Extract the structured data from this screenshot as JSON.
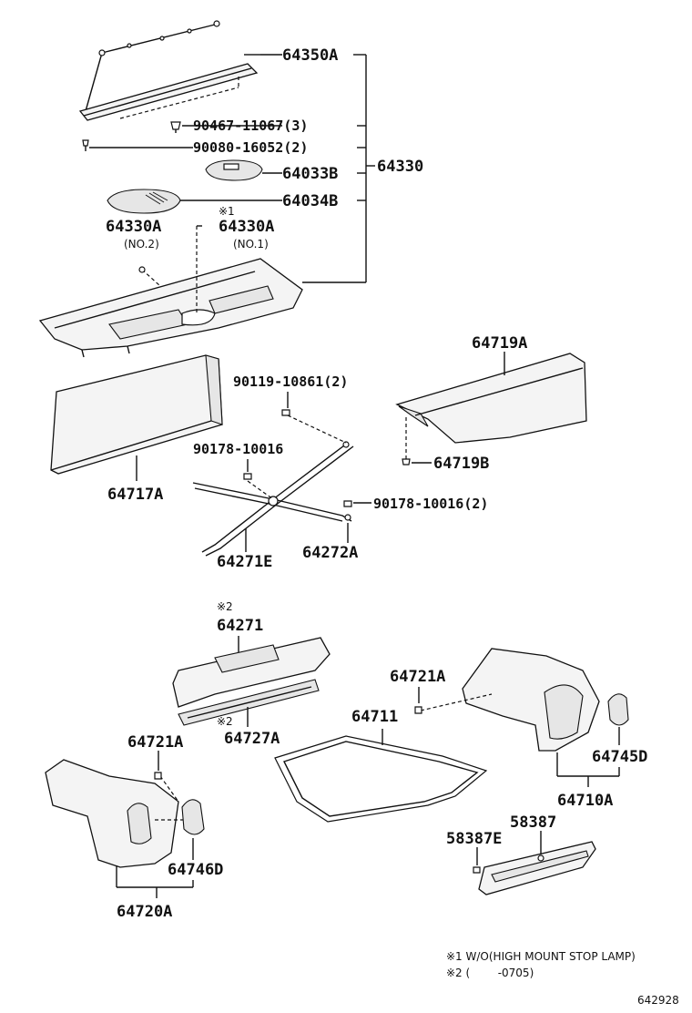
{
  "labels": {
    "p64350A": "64350A",
    "p90467": "90467-11067(3)",
    "p90080": "90080-16052(2)",
    "p64033B": "64033B",
    "p64034B": "64034B",
    "p64330": "64330",
    "p64330A_left": "64330A",
    "p64330A_left_sub": "(NO.2)",
    "p64330A_right_mark": "※1",
    "p64330A_right": "64330A",
    "p64330A_right_sub": "(NO.1)",
    "p64719A": "64719A",
    "p90119": "90119-10861(2)",
    "p64719B": "64719B",
    "p90178a": "90178-10016",
    "p90178b": "90178-10016(2)",
    "p64717A": "64717A",
    "p64271E": "64271E",
    "p64272A": "64272A",
    "p64271_mark": "※2",
    "p64271": "64271",
    "p64721A_top": "64721A",
    "p64711": "64711",
    "p64727A_mark": "※2",
    "p64727A": "64727A",
    "p64721A_left": "64721A",
    "p64745D": "64745D",
    "p64710A": "64710A",
    "p58387": "58387",
    "p58387E": "58387E",
    "p64746D": "64746D",
    "p64720A": "64720A"
  },
  "notes": {
    "note1": "※1 W/O(HIGH MOUNT STOP LAMP)",
    "note2": "※2 (        -0705)"
  },
  "figure_id": "642928"
}
